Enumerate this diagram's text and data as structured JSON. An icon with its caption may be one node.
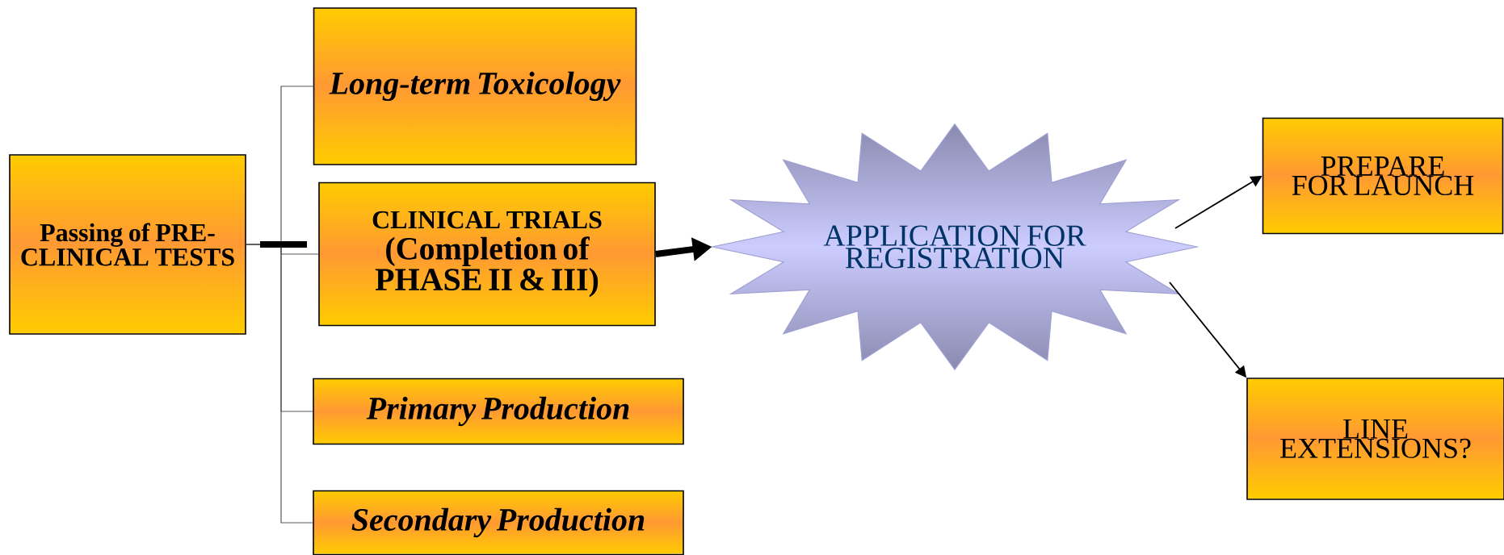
{
  "diagram": {
    "nodes": [
      {
        "text": [
          "Passing of PRE-CLINICAL TESTS"
        ]
      },
      {
        "text": [
          "Long-term Toxicology"
        ]
      },
      {
        "text": [
          "CLINICAL TRIALS",
          "(Completion of PHASE II & III)"
        ]
      },
      {
        "text": [
          "Primary Production"
        ]
      },
      {
        "text": [
          "Secondary Production"
        ]
      },
      {
        "text": [
          "APPLICATION FOR REGISTRATION"
        ]
      },
      {
        "text": [
          "PREPARE FOR LAUNCH"
        ]
      },
      {
        "text": [
          "LINE EXTENSIONS?"
        ]
      }
    ],
    "edges": [
      {
        "from": 0,
        "to": 1,
        "arrow": "none"
      },
      {
        "from": 0,
        "to": 2,
        "arrow": "none"
      },
      {
        "from": 0,
        "to": 3,
        "arrow": "none"
      },
      {
        "from": 0,
        "to": 4,
        "arrow": "none"
      },
      {
        "from": 2,
        "to": 5,
        "arrow": "to",
        "style": "thick"
      },
      {
        "from": 5,
        "to": 6,
        "arrow": "to"
      },
      {
        "from": 5,
        "to": 7,
        "arrow": "to"
      }
    ]
  }
}
